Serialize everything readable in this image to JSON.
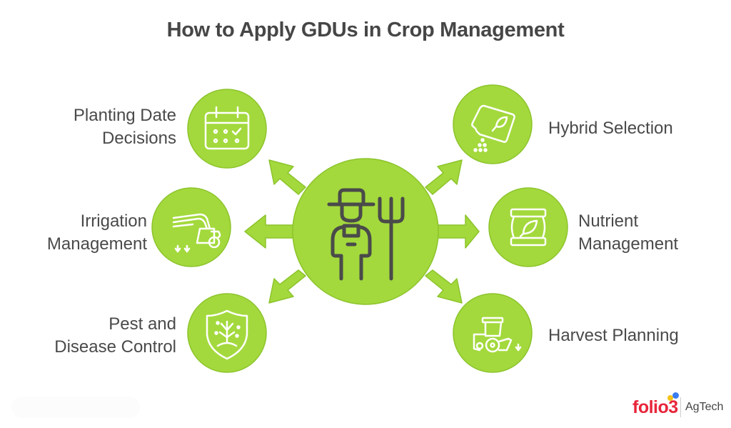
{
  "title": "How to Apply GDUs in Crop Management",
  "colors": {
    "green": "#a3d93c",
    "green_border": "#8cc42c",
    "icon_stroke_white": "#ffffff",
    "icon_stroke_dark": "#4a4a4a",
    "text": "#4a4a4a"
  },
  "center": {
    "icon": "farmer-with-pitchfork-icon"
  },
  "items": [
    {
      "label_line1": "Planting Date",
      "label_line2": "Decisions",
      "icon": "calendar-icon",
      "side": "left"
    },
    {
      "label_line1": "Irrigation",
      "label_line2": "Management",
      "icon": "irrigation-icon",
      "side": "left"
    },
    {
      "label_line1": "Pest and",
      "label_line2": "Disease Control",
      "icon": "shield-plant-icon",
      "side": "left"
    },
    {
      "label_line1": "Hybrid Selection",
      "label_line2": "",
      "icon": "seed-packet-icon",
      "side": "right"
    },
    {
      "label_line1": "Nutrient",
      "label_line2": "Management",
      "icon": "fertilizer-bag-icon",
      "side": "right"
    },
    {
      "label_line1": "Harvest Planning",
      "label_line2": "",
      "icon": "harvester-icon",
      "side": "right"
    }
  ],
  "logo": {
    "brand": "folio3",
    "tagline": "AgTech"
  }
}
